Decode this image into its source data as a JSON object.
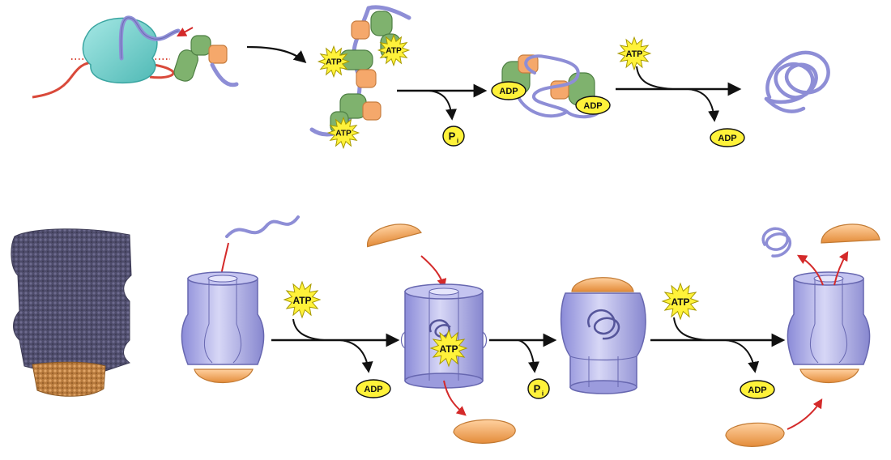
{
  "labels": {
    "atp": "ATP",
    "adp": "ADP",
    "pi_main": "P",
    "pi_sub": "i"
  },
  "colors": {
    "chain": "#8e8ed6",
    "chain_dark": "#55559a",
    "chaperone_green": "#7fb26e",
    "chaperone_green_dark": "#4e7f44",
    "cochaperone_orange": "#f5a86b",
    "ribosome_teal": "#6ccfcc",
    "mrna_red": "#d9493a",
    "chaperonin_body": "#a9a9e6",
    "chaperonin_edge": "#6767b0",
    "cap_orange": "#f2a459",
    "starburst_yellow": "#fff23a",
    "red_arrow": "#d42a2a",
    "proteasome_purple": "#5b5878",
    "proteasome_orange": "#c98a4a"
  },
  "icons": [
    "ribosome-icon",
    "hsp70-chaperone-icon",
    "atp-starburst-icon",
    "adp-oval-icon",
    "pi-oval-icon",
    "folded-protein-icon",
    "chaperonin-barrel-icon",
    "gros-cap-icon",
    "space-filling-model-icon"
  ]
}
